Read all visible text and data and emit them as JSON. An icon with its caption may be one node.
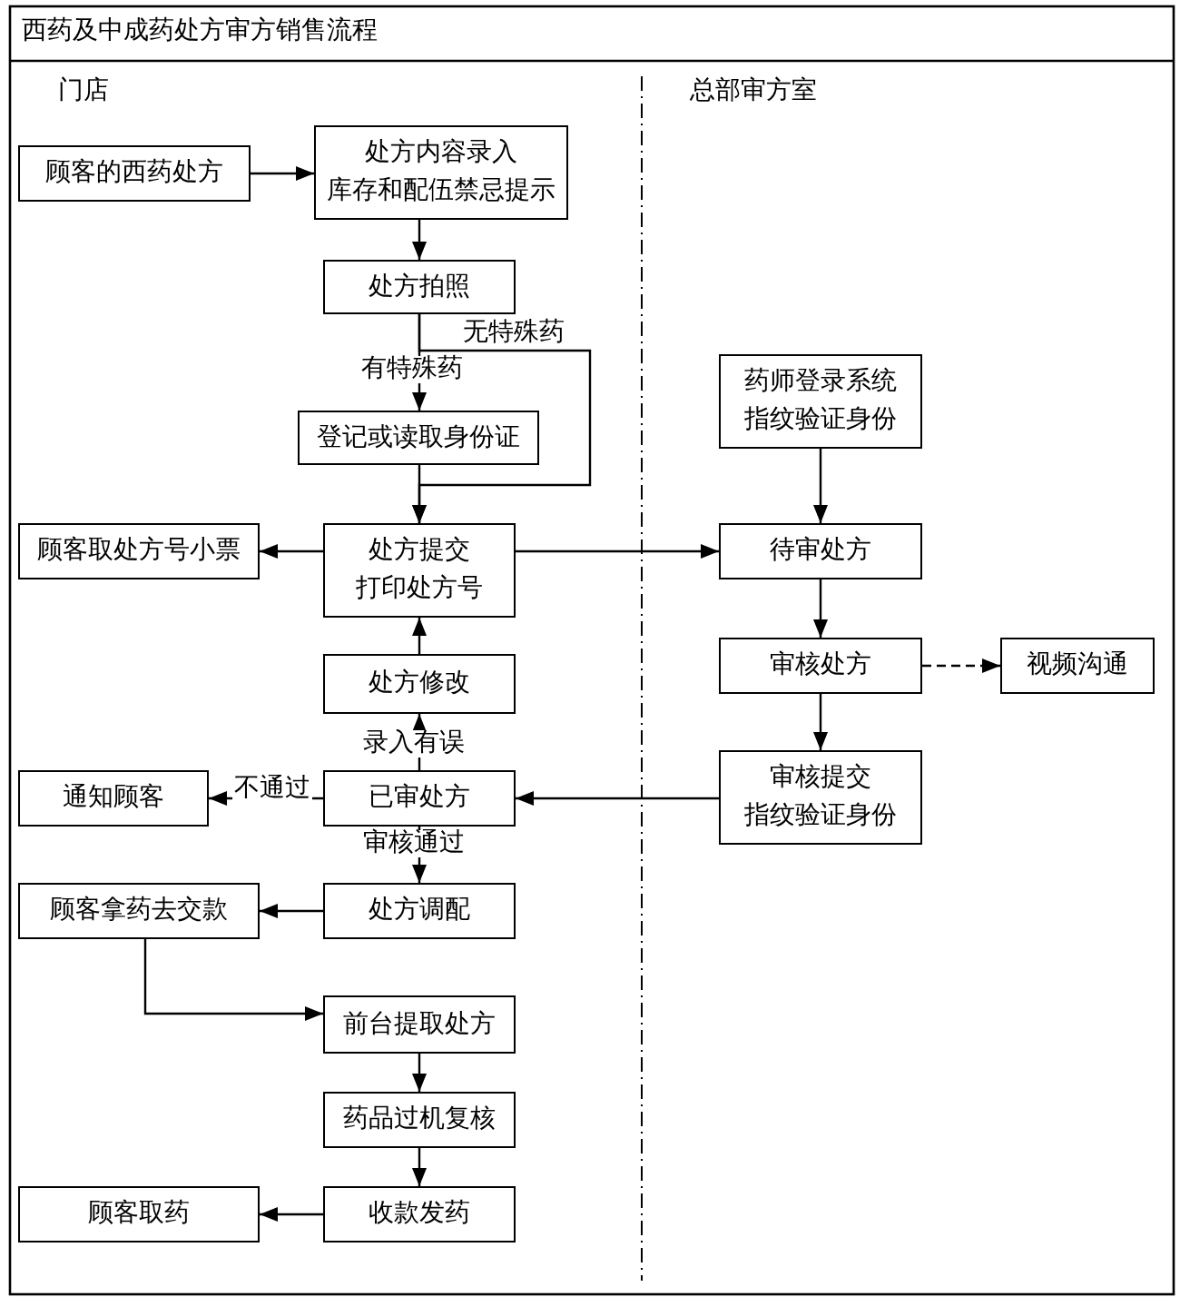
{
  "diagram": {
    "title": "西药及中成药处方审方销售流程",
    "nodes": [
      {
        "text": [
          "顾客的西药处方"
        ]
      },
      {
        "text": [
          "处方内容录入",
          "库存和配伍禁忌提示"
        ]
      },
      {
        "text": [
          "处方拍照"
        ]
      },
      {
        "text": [
          "登记或读取身份证"
        ]
      },
      {
        "text": [
          "处方提交",
          "打印处方号"
        ]
      },
      {
        "text": [
          "顾客取处方号小票"
        ]
      },
      {
        "text": [
          "药师登录系统",
          "指纹验证身份"
        ]
      },
      {
        "text": [
          "待审处方"
        ]
      },
      {
        "text": [
          "审核处方"
        ]
      },
      {
        "text": [
          "视频沟通"
        ]
      },
      {
        "text": [
          "处方修改"
        ]
      },
      {
        "text": [
          "已审处方"
        ]
      },
      {
        "text": [
          "通知顾客"
        ]
      },
      {
        "text": [
          "审核提交",
          "指纹验证身份"
        ]
      },
      {
        "text": [
          "处方调配"
        ]
      },
      {
        "text": [
          "顾客拿药去交款"
        ]
      },
      {
        "text": [
          "前台提取处方"
        ]
      },
      {
        "text": [
          "药品过机复核"
        ]
      },
      {
        "text": [
          "收款发药"
        ]
      },
      {
        "text": [
          "顾客取药"
        ]
      }
    ],
    "edges": [
      {
        "from": 0,
        "to": 1,
        "arrow": "to"
      },
      {
        "from": 1,
        "to": 2,
        "arrow": "to"
      },
      {
        "from": 2,
        "to": 3,
        "arrow": "to",
        "label": "有特殊药"
      },
      {
        "from": 2,
        "to": 4,
        "arrow": "to",
        "label": "无特殊药"
      },
      {
        "from": 3,
        "to": 4,
        "arrow": "to"
      },
      {
        "from": 4,
        "to": 5,
        "arrow": "to"
      },
      {
        "from": 4,
        "to": 7,
        "arrow": "to"
      },
      {
        "from": 6,
        "to": 7,
        "arrow": "to"
      },
      {
        "from": 7,
        "to": 8,
        "arrow": "to"
      },
      {
        "from": 8,
        "to": 9,
        "arrow": "to",
        "style": "dashed"
      },
      {
        "from": 8,
        "to": 13,
        "arrow": "to"
      },
      {
        "from": 13,
        "to": 11,
        "arrow": "to"
      },
      {
        "from": 11,
        "to": 10,
        "arrow": "to",
        "label": "录入有误"
      },
      {
        "from": 10,
        "to": 4,
        "arrow": "to"
      },
      {
        "from": 11,
        "to": 12,
        "arrow": "to",
        "label": "不通过"
      },
      {
        "from": 11,
        "to": 14,
        "arrow": "to",
        "label": "审核通过"
      },
      {
        "from": 14,
        "to": 15,
        "arrow": "to"
      },
      {
        "from": 15,
        "to": 16,
        "arrow": "to"
      },
      {
        "from": 16,
        "to": 17,
        "arrow": "to"
      },
      {
        "from": 17,
        "to": 18,
        "arrow": "to"
      },
      {
        "from": 18,
        "to": 19,
        "arrow": "to"
      }
    ],
    "labels": [
      "门店",
      "总部审方室"
    ]
  }
}
